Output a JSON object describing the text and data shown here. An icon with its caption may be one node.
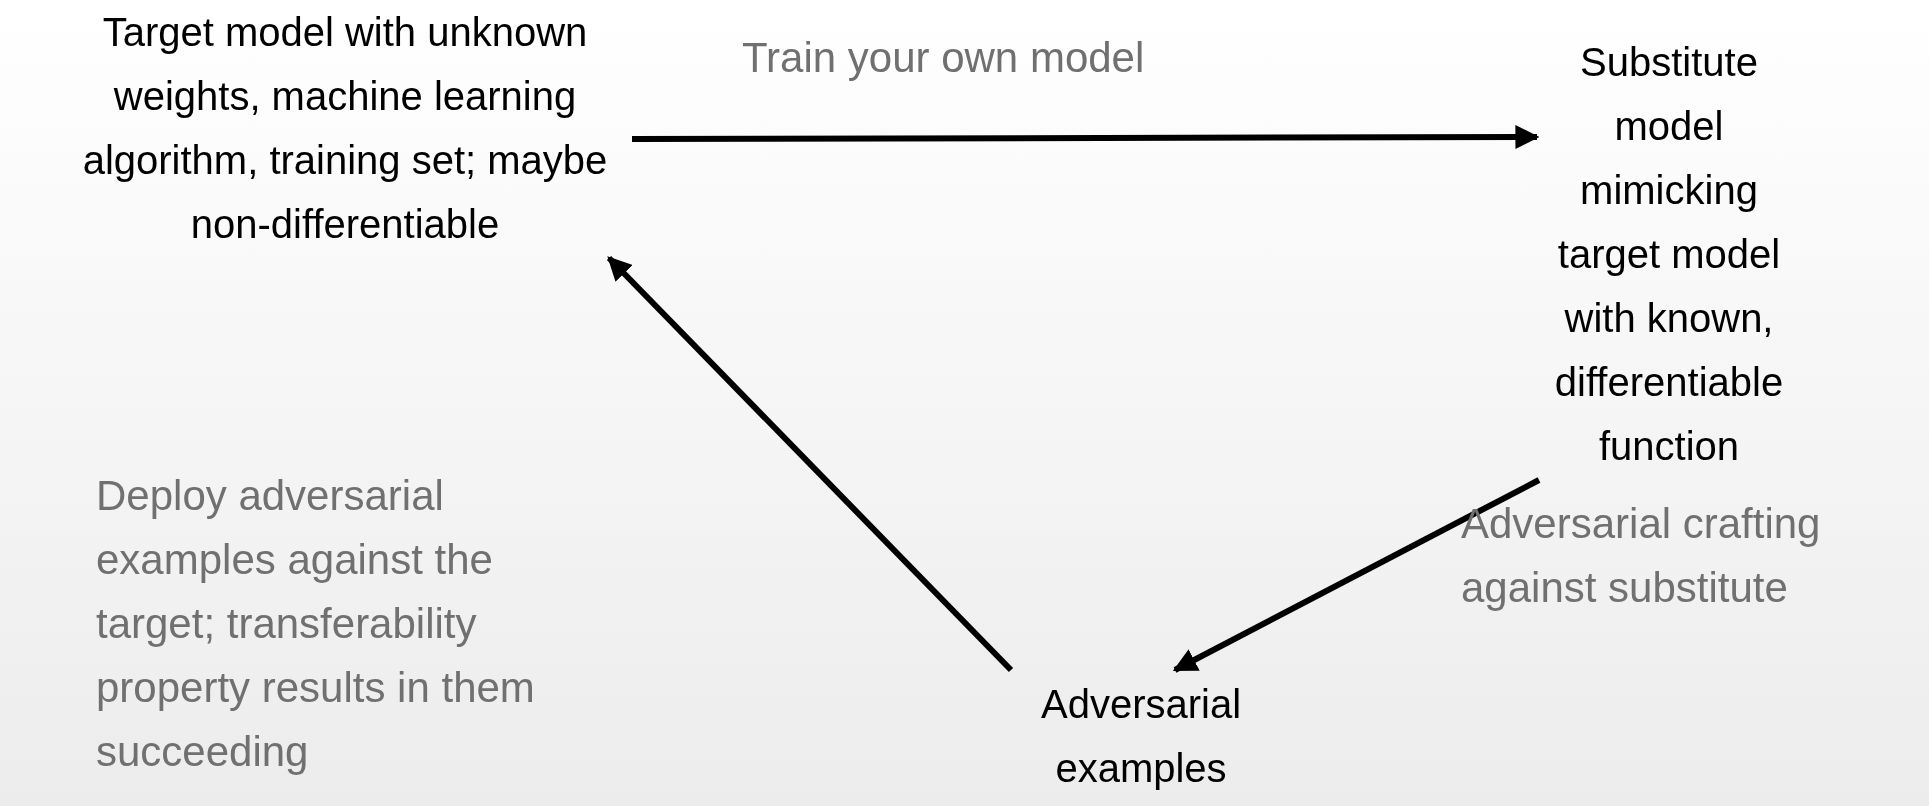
{
  "diagram": {
    "nodes": [
      {
        "text": [
          "Target model with unknown weights, machine learning algorithm, training set; maybe non-differentiable"
        ]
      },
      {
        "text": [
          "Substitute model mimicking target model with known, differentiable function"
        ]
      },
      {
        "text": [
          "Adversarial examples"
        ]
      }
    ],
    "edges": [
      {
        "from": 0,
        "to": 1,
        "arrow": "to",
        "label": "Train your own model"
      },
      {
        "from": 1,
        "to": 2,
        "arrow": "to",
        "label": "Adversarial crafting against substitute"
      },
      {
        "from": 2,
        "to": 0,
        "arrow": "to",
        "label": "Deploy adversarial examples against the target; transferability property results in them succeeding"
      }
    ]
  }
}
